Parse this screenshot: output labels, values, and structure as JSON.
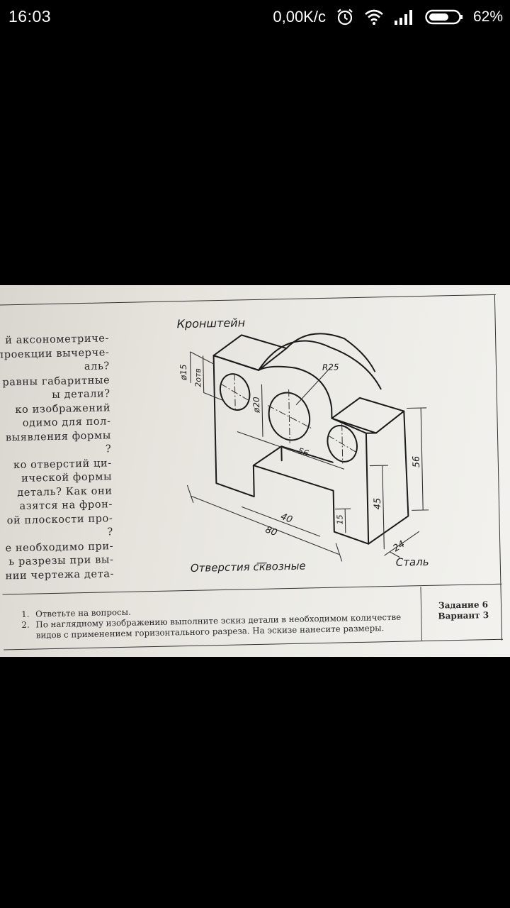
{
  "status_bar": {
    "time": "16:03",
    "net_speed": "0,00K/с",
    "battery_percent": "62%",
    "icons": [
      "alarm-clock-icon",
      "wifi-icon",
      "signal-icon",
      "battery-icon"
    ]
  },
  "document": {
    "questions_lines": [
      "й аксонометриче-",
      "проекции вычерче-",
      "аль?",
      "равны габаритные",
      "ы детали?",
      "ко    изображений",
      "одимо  для  пол-",
      "выявления  формы",
      "?",
      "ко отверстий ци-",
      "ической    формы",
      "деталь?  Как они",
      "азятся    на  фрон-",
      "ой плоскости про-",
      "?",
      "е необходимо при-",
      "ь разрезы при вы-",
      "нии чертежа дета-"
    ],
    "drawing": {
      "title": "Кронштейн",
      "note_holes": "Отверстия сквозные",
      "material": "Сталь",
      "dimensions": {
        "d15": "ø15",
        "two_holes": "2отв",
        "d20": "ø20",
        "r25": "R25",
        "d56_horizontal": "56",
        "d56_vertical": "56",
        "d45": "45",
        "d40": "40",
        "d80": "80",
        "d15_small": "15",
        "d24": "24"
      }
    },
    "tasks": [
      {
        "num": "1.",
        "text": "Ответьте на вопросы."
      },
      {
        "num": "2.",
        "text": "По наглядному изображению выполните эскиз детали в необходимом количестве"
      },
      {
        "num": "",
        "text": "видов с применением горизонтального разреза. На эскизе нанесите размеры."
      }
    ],
    "assignment": {
      "task_label": "Задание 6",
      "variant_label": "Вариант 3"
    }
  }
}
